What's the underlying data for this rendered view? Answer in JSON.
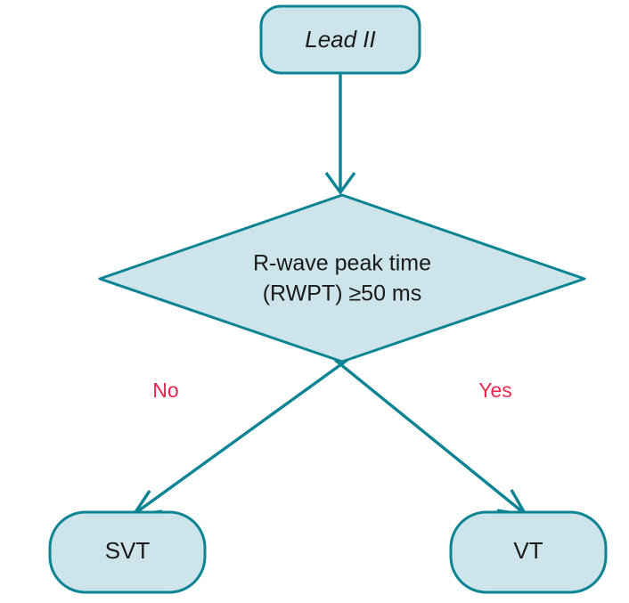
{
  "diagram": {
    "title": "R-wave peak time decision flowchart",
    "type": "flowchart",
    "colors": {
      "node_fill": "#cde5ea",
      "node_stroke": "#0d8494",
      "connector": "#0d8494",
      "label_text": "#e5294e",
      "node_text": "#1a1a1a",
      "background": "#ffffff"
    },
    "nodes": {
      "start": {
        "label": "Lead II",
        "shape": "rounded-rectangle",
        "style": "italic"
      },
      "decision": {
        "label_line1": "R-wave peak time",
        "label_line2": "(RWPT) ≥50 ms",
        "shape": "diamond"
      },
      "outcome_left": {
        "label": "SVT",
        "shape": "stadium"
      },
      "outcome_right": {
        "label": "VT",
        "shape": "stadium"
      }
    },
    "edges": {
      "start_to_decision": {
        "label": ""
      },
      "decision_to_left": {
        "label": "No"
      },
      "decision_to_right": {
        "label": "Yes"
      }
    }
  }
}
